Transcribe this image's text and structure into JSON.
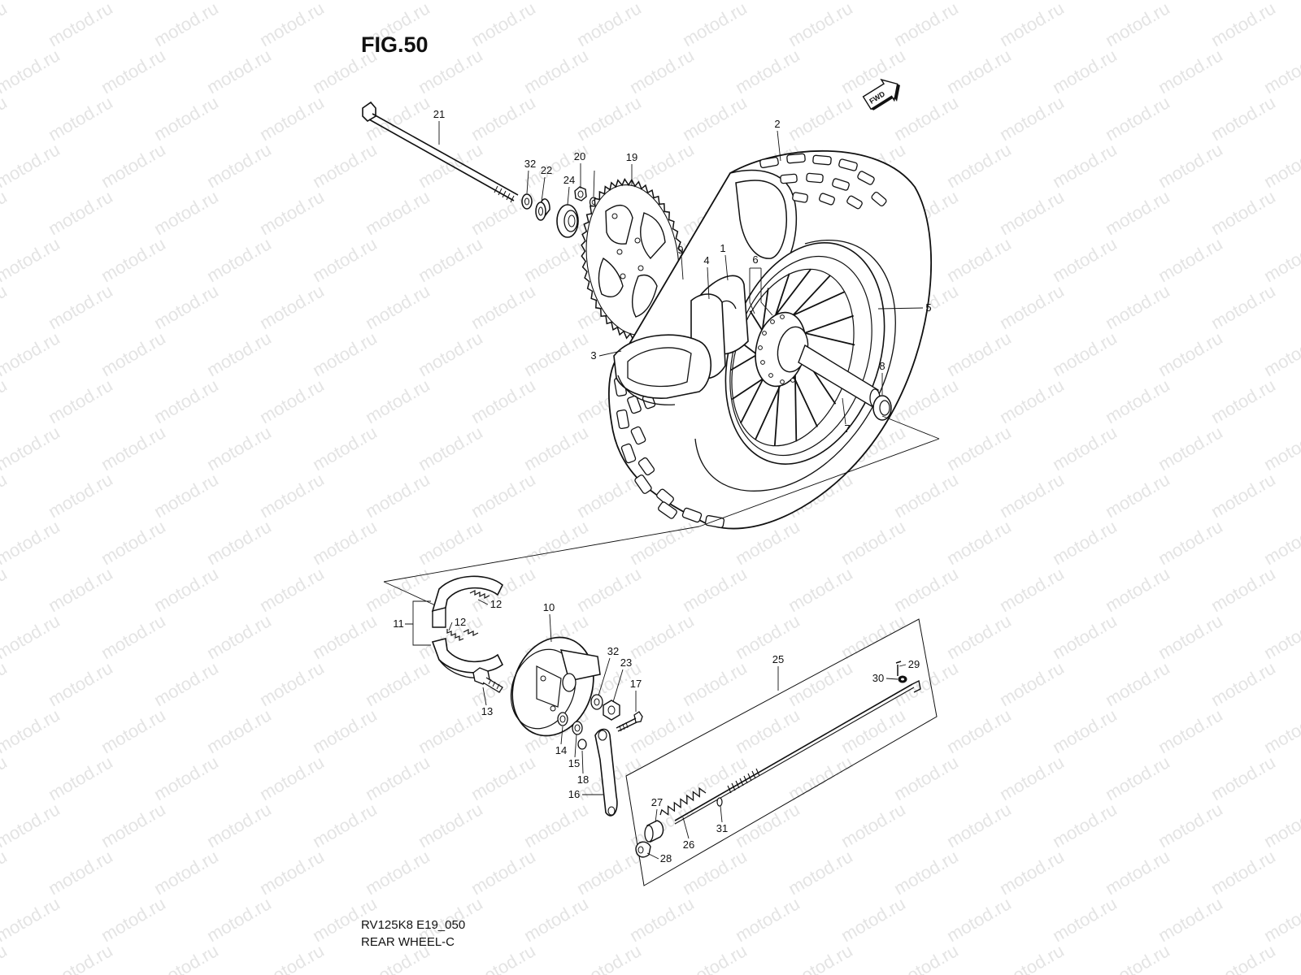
{
  "figure": {
    "title": "FIG.50",
    "code": "RV125K8 E19_050",
    "name": "REAR WHEEL-C"
  },
  "watermark": "motod.ru",
  "fwd_label": "FWD",
  "parts": {
    "p1": "1",
    "p2": "2",
    "p3": "3",
    "p4": "4",
    "p5": "5",
    "p6": "6",
    "p7": "7",
    "p8": "8",
    "p9": "9",
    "p10": "10",
    "p11": "11",
    "p12": "12",
    "p13": "13",
    "p14": "14",
    "p15": "15",
    "p16": "16",
    "p17": "17",
    "p18": "18",
    "p19": "19",
    "p20": "20",
    "p21": "21",
    "p22": "22",
    "p23": "23",
    "p24": "24",
    "p25": "25",
    "p26": "26",
    "p27": "27",
    "p28": "28",
    "p29": "29",
    "p30": "30",
    "p31": "31",
    "p32": "32"
  }
}
